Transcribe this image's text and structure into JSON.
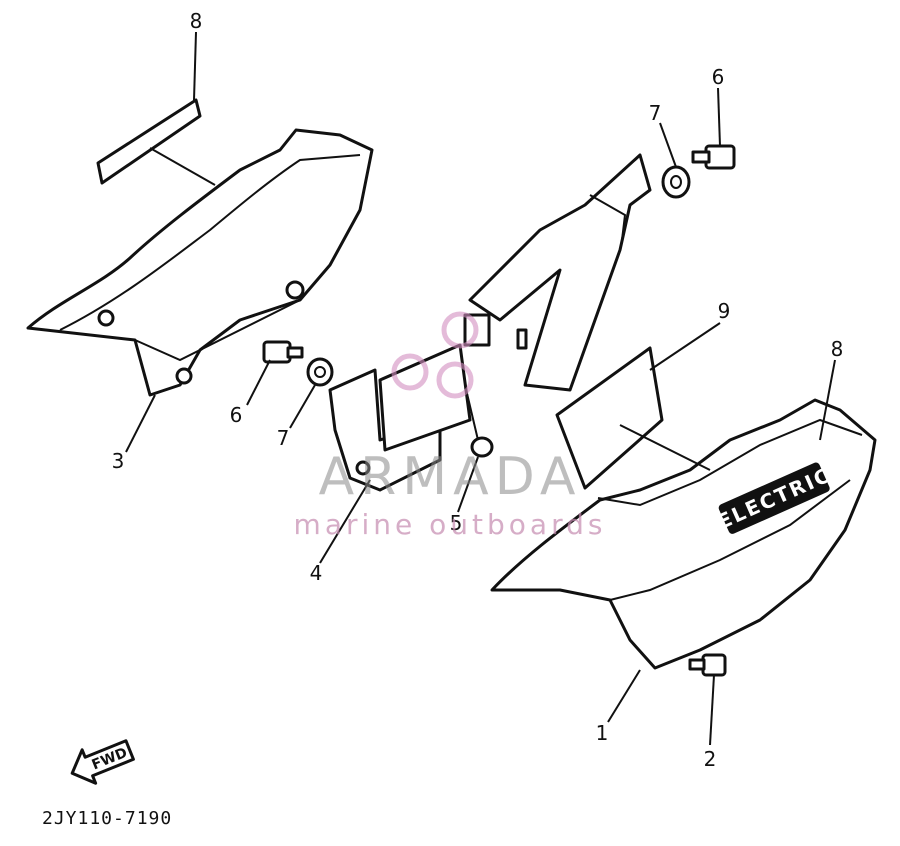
{
  "diagram": {
    "callouts": [
      {
        "id": "c8-top",
        "text": "8"
      },
      {
        "id": "c6-right",
        "text": "6"
      },
      {
        "id": "c7-right",
        "text": "7"
      },
      {
        "id": "c9",
        "text": "9"
      },
      {
        "id": "c8-right",
        "text": "8"
      },
      {
        "id": "c3",
        "text": "3"
      },
      {
        "id": "c6-left",
        "text": "6"
      },
      {
        "id": "c7-left",
        "text": "7"
      },
      {
        "id": "c4",
        "text": "4"
      },
      {
        "id": "c5",
        "text": "5"
      },
      {
        "id": "c1",
        "text": "1"
      },
      {
        "id": "c2",
        "text": "2"
      }
    ],
    "emblem_text": "ELECTRIC",
    "fwd_label": "FWD",
    "drawing_code": "2JY110-7190"
  },
  "watermark": {
    "brand": "ARMADA",
    "tagline": "marine outboards",
    "colors": {
      "brand": "#8a8a8a",
      "accent": "#c58bb0"
    }
  }
}
